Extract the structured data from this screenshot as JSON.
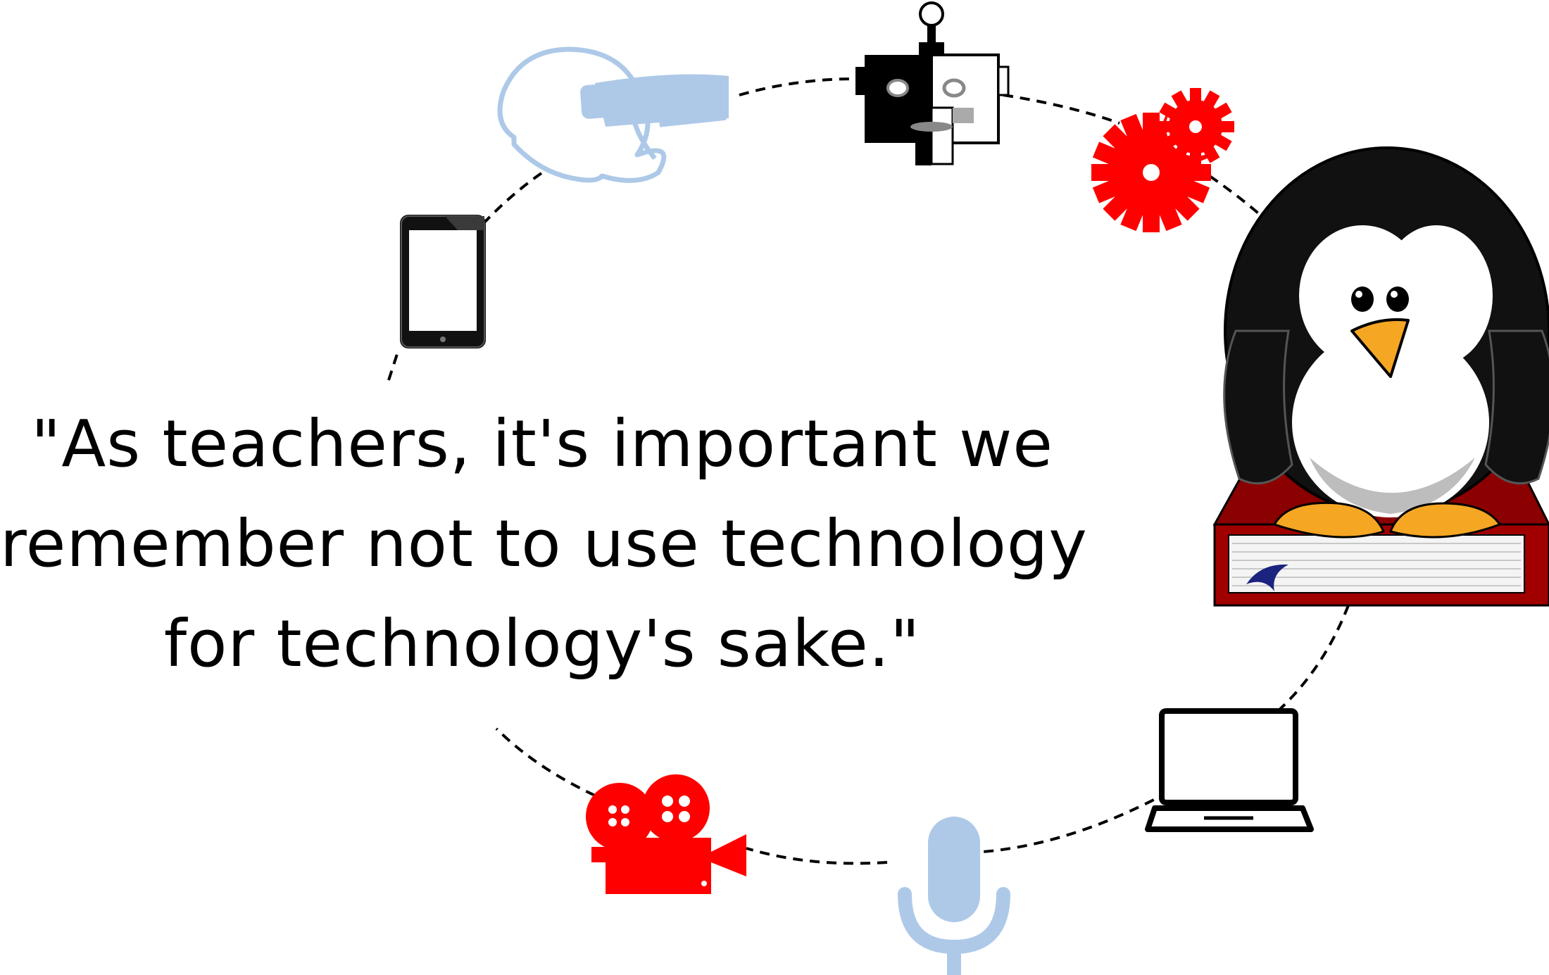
{
  "quote": {
    "lines": [
      "\"As teachers, it's important we",
      "remember not to use technology",
      "for technology's sake.\""
    ]
  },
  "icons": [
    "tablet-icon",
    "vr-headset-icon",
    "robot-icon",
    "gears-icon",
    "penguin-on-book-icon",
    "laptop-icon",
    "microphone-icon",
    "video-camera-icon"
  ],
  "colors": {
    "accent_red": "#ff0000",
    "accent_blue": "#aec9e8",
    "ink": "#000000",
    "beak_orange": "#f5a623",
    "book_red": "#8b0000"
  }
}
